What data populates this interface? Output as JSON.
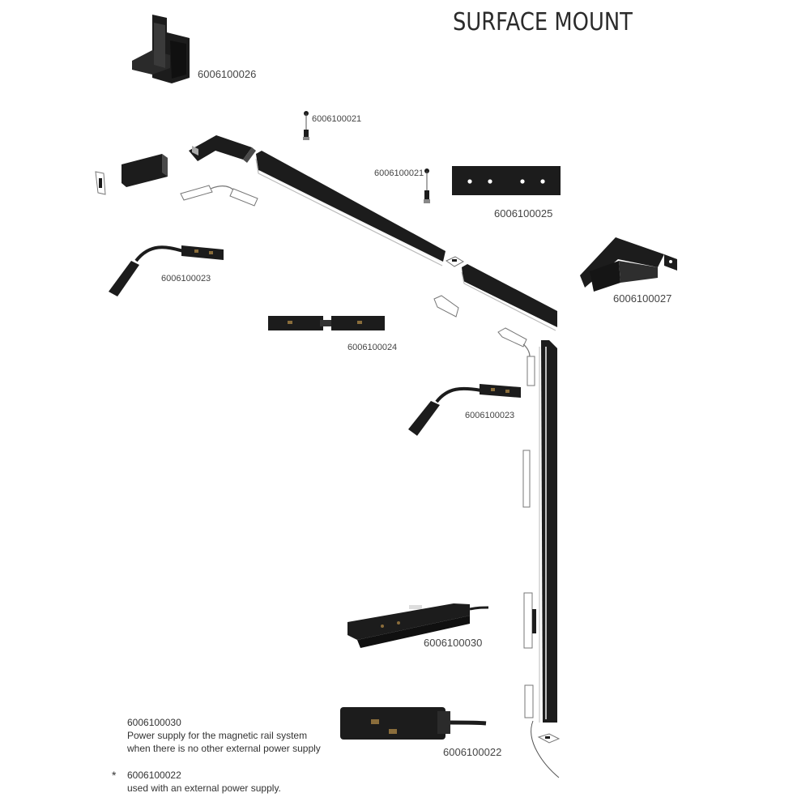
{
  "title": "SURFACE MOUNT",
  "parts": {
    "p026": "6006100026",
    "p021a": "6006100021",
    "p021b": "6006100021",
    "p025": "6006100025",
    "p027": "6006100027",
    "p023a": "6006100023",
    "p024": "6006100024",
    "p023b": "6006100023",
    "p030": "6006100030",
    "p022": "6006100022"
  },
  "notes": {
    "note1_code": "6006100030",
    "note1_line1": "Power supply for the magnetic rail system",
    "note1_line2": "when there is no other external power supply",
    "note2_marker": "*",
    "note2_code": "6006100022",
    "note2_line1": "used with an external power supply."
  },
  "colors": {
    "part_fill": "#1c1c1c",
    "part_edge": "#555555",
    "outline": "#8a8a8a",
    "label": "#444444"
  }
}
